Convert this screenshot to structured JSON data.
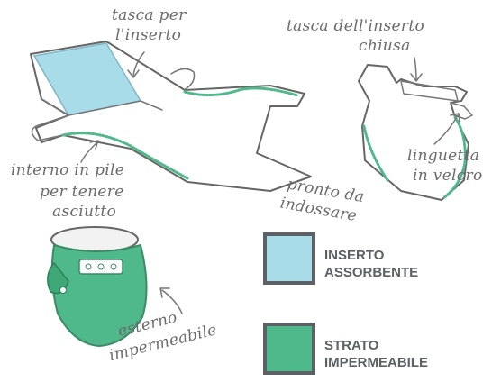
{
  "labels": {
    "insert_pocket": "tasca per",
    "insert_pocket_2": "l'inserto",
    "closed_pocket": "tasca dell'inserto",
    "closed_pocket_2": "chiusa",
    "fleece_inner": "interno in pile",
    "fleece_inner_2": "per tenere",
    "fleece_inner_3": "asciutto",
    "velcro_tab": "linguetta",
    "velcro_tab_2": "in velcro",
    "ready_to_wear": "pronto da",
    "ready_to_wear_2": "indossare",
    "waterproof_outer": "esterno",
    "waterproof_outer_2": "impermeabile"
  },
  "legend": [
    {
      "label": "INSERTO\nASSORBENTE",
      "color": "#a8dce9"
    },
    {
      "label": "STRATO\nIMPERMEABILE",
      "color": "#4fb98b"
    }
  ],
  "colors": {
    "insert_blue": "#a8dce9",
    "waterproof_green": "#4fb98b",
    "outline_gray": "#666666"
  }
}
